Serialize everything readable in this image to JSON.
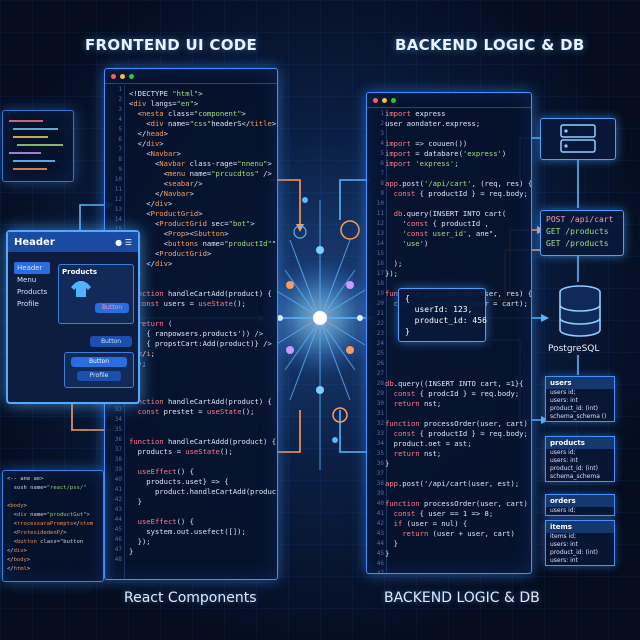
{
  "titles": {
    "frontend": "FRONTEND UI CODE",
    "backend": "BACKEND LOGIC & DB",
    "bottom_left": "React Components",
    "bottom_right": "BACKEND LOGIC & DB"
  },
  "colors": {
    "accent": "#3f8fff",
    "pink": "#ff7a8c",
    "yellow": "#f4d35e",
    "green": "#9ee37d",
    "orange": "#ff9c5a"
  },
  "frontend_code": {
    "top": [
      "<!DECTYPE \"html\">",
      "<div langs=\"en\">",
      "  <nesta class=\"component\">",
      "    <div name=\"css\"headerS</title>",
      "  </head>",
      "  </div>",
      "    <Navbar>",
      "      <Navbar class-rage=\"nnenu\">",
      "        <menu name=\"prcucdtos\" />",
      "        <seabar/>",
      "      </Navbar>",
      "    </div>",
      "    <ProductGrid>",
      "      <ProductGrid sec=\"bot\">",
      "        <Prop><Sbutton>",
      "        <buttons name=\"productId\"\" />",
      "      <ProductGrid>",
      "    </div>",
      "});",
      "",
      "function handleCartAdd(product) {",
      "  const users = useState();",
      "",
      "  return (",
      "    { ranpowsers.products')) />",
      "    { propstCart:Add(product)} />",
      "  </i;",
      "  );",
      "}"
    ],
    "bottom": [
      "function handleCartAdd(product) {",
      "  const prestet = useState();",
      "",
      "",
      "function handleCartAddd(product) {",
      "  products = useState();",
      "",
      "  useEffect() {",
      "    products.uset} => {",
      "      product.handleCartAdd(product);",
      "  }",
      "",
      "  useEffect() {",
      "    system.out.usefect([]);",
      "  });",
      "}"
    ]
  },
  "snippet_code": [
    "<body>",
    "  <div name=\"productGut\"",
    "  <rrocessaraPrompts</stom",
    "  <ProtesidedenP\"/>",
    "  <button class=\"button",
    "  </div>",
    "</body>",
    "</html>"
  ],
  "mini_code": [
    "<-- ane ae>",
    "  sosh name=\"react/pss/\"",
    "",
    "<body>",
    "  <div name=\"productGut\">",
    "  <rrocessaraPrompts</stom",
    "  <ProtesidedenP/>",
    "  <button class=\"button",
    "</div>",
    "</body>",
    "</html>"
  ],
  "ui_mock": {
    "header": "Header",
    "nav": [
      "Header",
      "Menu",
      "Products",
      "Profile"
    ],
    "products_title": "Products",
    "button1": "Button",
    "button2": "Button",
    "button3": "Button",
    "profile": "Profile"
  },
  "backend_code": [
    "import express",
    "user aondater.express;",
    "",
    "import => couuen())",
    "import = databare('express')",
    "import 'express';",
    "",
    "app.post('/api/cart', (req, res) {",
    "  const { productId } = req.body;",
    "",
    "  db.query(INSERT INTO cart(",
    "    'const { productId ,",
    "    'const user_id', ane\",",
    "    'use')",
    "",
    "  );",
    "});",
    "",
    "function processOrder(user, res) {",
    "  const { productId(user = cart);",
    "",
    "",
    "",
    "",
    "",
    "",
    "",
    "db.query((INSERT INTO cart, =1}{",
    "  const { prodcId } = req.body;",
    "  return nst;",
    "",
    "function processOrder(user, cart) {",
    "  const { productId } = req.body;",
    "  product.oet = ast;",
    "  return nst;",
    "}",
    "",
    "app.post('/api/cart(user, est);",
    "",
    "function processOrder(user, cart) {",
    "  const { user == 1 => 8;",
    "  if (user = nul) {",
    "    return (user + user, cart)",
    "  }",
    "}"
  ],
  "payload": [
    "{",
    "  userId: 123,",
    "  product_id: 456",
    "}"
  ],
  "api": [
    "POST /api/cart",
    "GET /products",
    "GET /products"
  ],
  "db_label": "PostgreSQL",
  "tables": [
    {
      "name": "users",
      "fields": [
        "users id;",
        "users: int",
        "product_id: (int)",
        "schema_schema ()"
      ]
    },
    {
      "name": "products",
      "fields": [
        "users id;",
        "users: int",
        "product_id: (int)",
        "schema_schema"
      ]
    },
    {
      "name": "orders",
      "fields": [
        "users id;"
      ]
    },
    {
      "name": "items",
      "fields": [
        "items id;",
        "users: int",
        "product_id: (int)",
        "users: int"
      ]
    }
  ]
}
